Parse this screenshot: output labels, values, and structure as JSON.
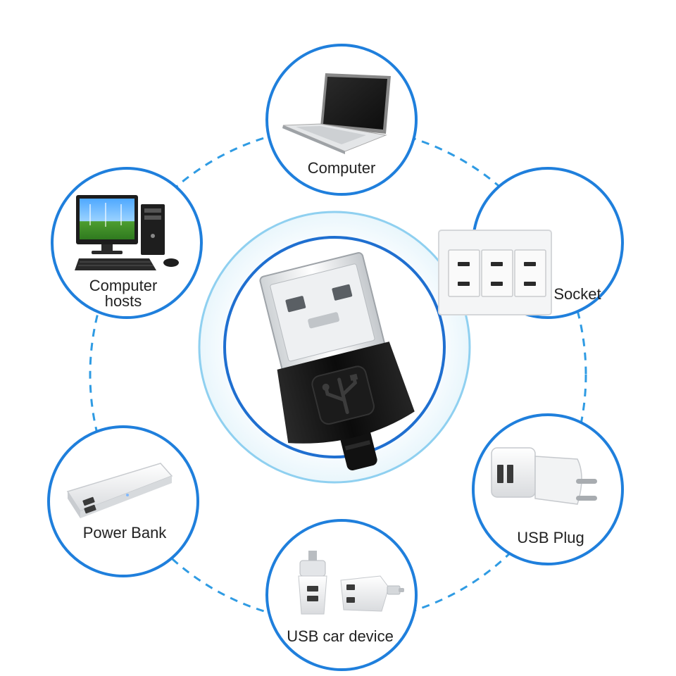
{
  "colors": {
    "ring_dash": "#2f9be3",
    "node_border": "#1f7fdc",
    "center_inner_border": "#1f6fd0",
    "center_outer_border": "#8fd0f0",
    "text": "#222222"
  },
  "center": {
    "icon": "usb-plug-icon"
  },
  "nodes": {
    "computer": {
      "label": "Computer",
      "icon": "laptop-icon"
    },
    "computer_hosts": {
      "line1": "Computer",
      "line2": "hosts",
      "icon": "desktop-computer-icon"
    },
    "socket": {
      "label": "Socket",
      "icon": "wall-socket-icon"
    },
    "power_bank": {
      "label": "Power Bank",
      "icon": "power-bank-icon"
    },
    "usb_plug": {
      "label": "USB Plug",
      "icon": "usb-wall-charger-icon"
    },
    "usb_car_device": {
      "label": "USB car device",
      "icon": "usb-car-charger-icon"
    }
  }
}
